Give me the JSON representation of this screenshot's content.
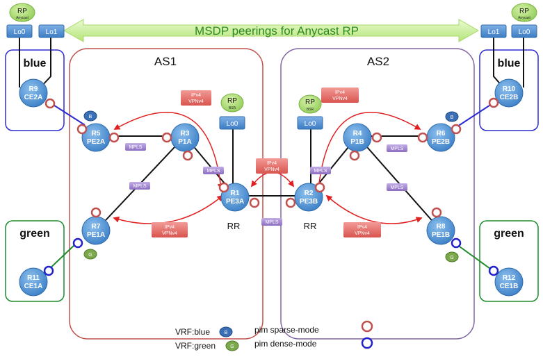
{
  "title": "MSDP peerings for Anycast RP",
  "as_labels": [
    "AS1",
    "AS2"
  ],
  "vrf_box_labels": {
    "blue": "blue",
    "green": "green"
  },
  "rr_label": "RR",
  "routers": [
    {
      "id": "r1",
      "name": "R1",
      "role": "PE3A"
    },
    {
      "id": "r2",
      "name": "R2",
      "role": "PE3B"
    },
    {
      "id": "r3",
      "name": "R3",
      "role": "P1A"
    },
    {
      "id": "r4",
      "name": "R4",
      "role": "P1B"
    },
    {
      "id": "r5",
      "name": "R5",
      "role": "PE2A"
    },
    {
      "id": "r6",
      "name": "R6",
      "role": "PE2B"
    },
    {
      "id": "r7",
      "name": "R7",
      "role": "PE1A"
    },
    {
      "id": "r8",
      "name": "R8",
      "role": "PE1B"
    },
    {
      "id": "r9",
      "name": "R9",
      "role": "CE2A"
    },
    {
      "id": "r10",
      "name": "R10",
      "role": "CE2B"
    },
    {
      "id": "r11",
      "name": "R11",
      "role": "CE1A"
    },
    {
      "id": "r12",
      "name": "R12",
      "role": "CE1B"
    }
  ],
  "loopbacks": {
    "lo0": "Lo0",
    "lo1": "Lo1"
  },
  "rp": {
    "main": "RP",
    "anycast": "Anycast",
    "bsr": "BSR"
  },
  "mpls_label": "MPLS",
  "vpn_label": {
    "line1": "IPv4",
    "line2": "VPNv4"
  },
  "badges": {
    "blue": "B",
    "green": "G"
  },
  "legend": {
    "vrf_blue": "VRF:blue",
    "vrf_green": "VRF:green",
    "sparse": "pim sparse-mode",
    "dense": "pim dense-mode"
  },
  "colors": {
    "router_fill": "#4a8fd4",
    "as1_border": "#c0504d",
    "as2_border": "#8064a2",
    "vrf_blue_border": "#2b2bd0",
    "vrf_green_border": "#1e8a2a",
    "sparse_ring": "#c0504d",
    "dense_ring": "#2222cc",
    "mpls_fill": "#9b7fc7",
    "vpn_fill": "#e06666",
    "rp_fill": "#a8d86e",
    "msdp_arrow": "#c6ef8a",
    "msdp_text": "#2c8a1e",
    "badge_blue": "#3a6fb5",
    "badge_green": "#7aa84a"
  }
}
